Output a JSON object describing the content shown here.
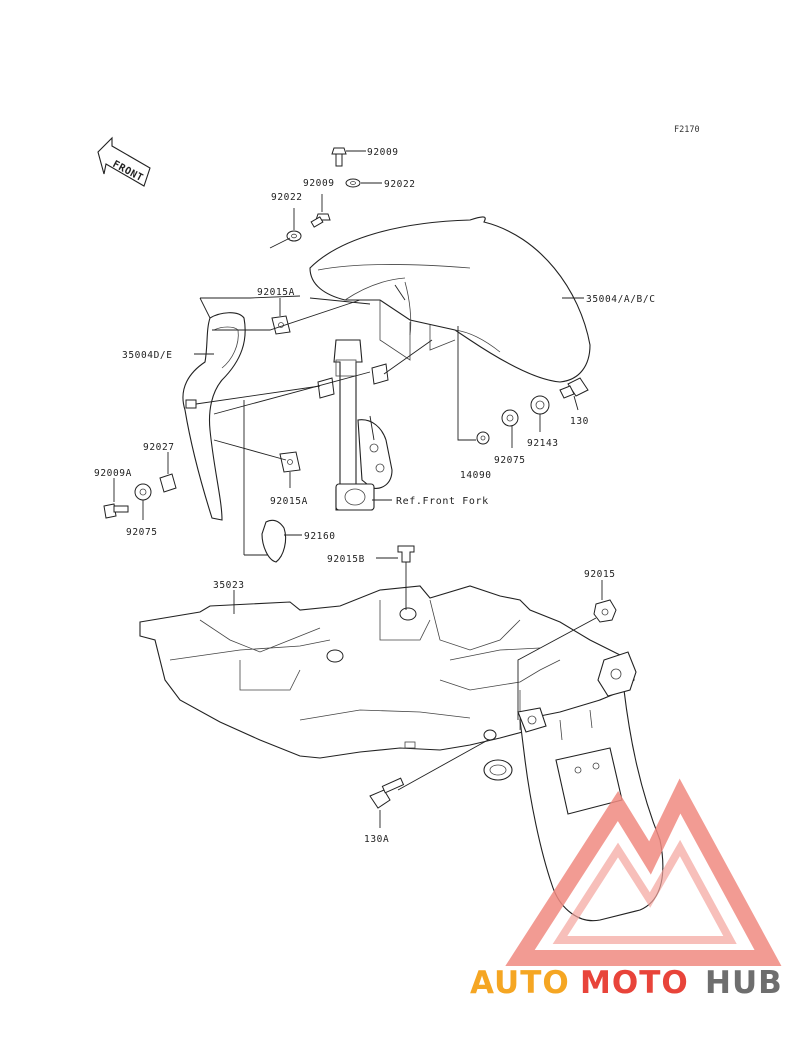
{
  "figure_code": "F2170",
  "front_label": "FRONT",
  "reference_label": "Ref.Front Fork",
  "callouts": [
    {
      "id": "c1",
      "text": "92009"
    },
    {
      "id": "c2",
      "text": "92009"
    },
    {
      "id": "c3",
      "text": "92022"
    },
    {
      "id": "c4",
      "text": "92022"
    },
    {
      "id": "c5",
      "text": "92015A"
    },
    {
      "id": "c6",
      "text": "35004/A/B/C"
    },
    {
      "id": "c7",
      "text": "35004D/E"
    },
    {
      "id": "c8",
      "text": "130"
    },
    {
      "id": "c9",
      "text": "92143"
    },
    {
      "id": "c10",
      "text": "92075"
    },
    {
      "id": "c11",
      "text": "14090"
    },
    {
      "id": "c12",
      "text": "92027"
    },
    {
      "id": "c13",
      "text": "92009A"
    },
    {
      "id": "c14",
      "text": "92075"
    },
    {
      "id": "c15",
      "text": "92015A"
    },
    {
      "id": "c16",
      "text": "92160"
    },
    {
      "id": "c17",
      "text": "92015B"
    },
    {
      "id": "c18",
      "text": "92015"
    },
    {
      "id": "c19",
      "text": "35023"
    },
    {
      "id": "c20",
      "text": "130A"
    }
  ],
  "watermark": {
    "part1": "AUTO",
    "part2": "MOTO",
    "part3": "HUB",
    "color_orange": "#f5a623",
    "color_red": "#e8443a",
    "color_gray": "#6e6e6e"
  }
}
